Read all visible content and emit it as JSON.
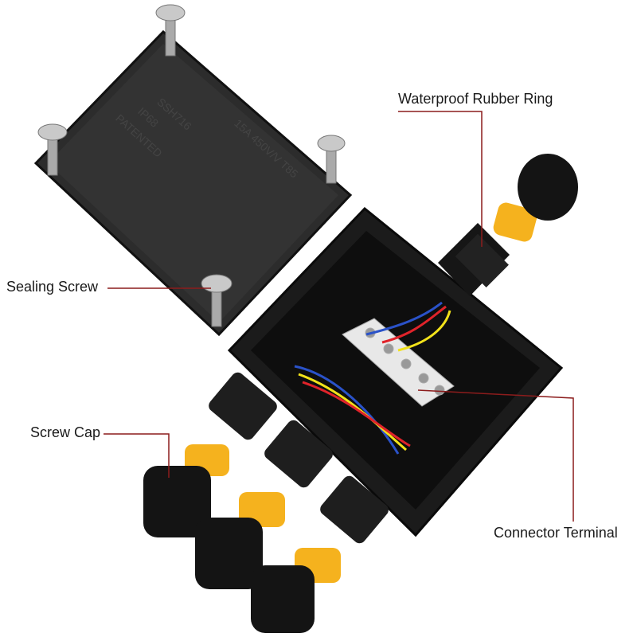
{
  "labels": {
    "rubber_ring": "Waterproof Rubber Ring",
    "sealing_screw": "Sealing Screw",
    "screw_cap": "Screw Cap",
    "connector_terminal": "Connector Terminal"
  },
  "lid_embossing": [
    "SSH716",
    "IP68",
    "PATENTED",
    "15A 450V/V T85"
  ],
  "colors": {
    "leader_line": "#8c1c1c",
    "housing": "#1b1b1b",
    "rubber_ring": "#f5b21e",
    "terminal": "#e8e8e8"
  }
}
